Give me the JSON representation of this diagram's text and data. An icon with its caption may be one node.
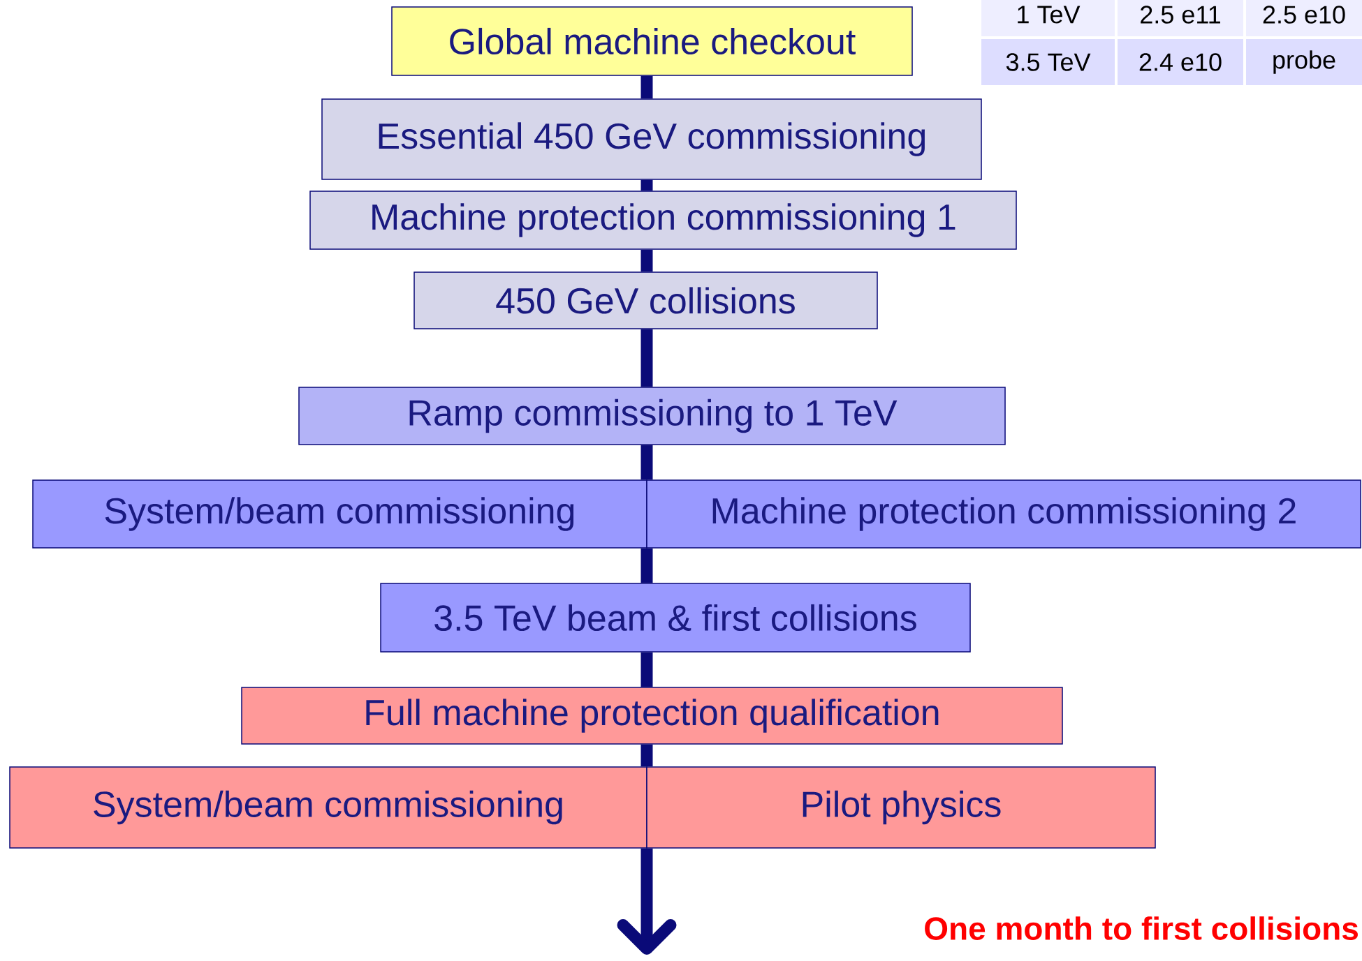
{
  "diagram": {
    "nodes": [
      {
        "text": [
          "Global machine checkout"
        ]
      },
      {
        "text": [
          "Essential 450 GeV commissioning"
        ]
      },
      {
        "text": [
          "Machine protection commissioning 1"
        ]
      },
      {
        "text": [
          "450 GeV collisions"
        ]
      },
      {
        "text": [
          "Ramp commissioning to 1 TeV"
        ]
      },
      {
        "text": [
          "System/beam commissioning"
        ]
      },
      {
        "text": [
          "Machine protection commissioning 2"
        ]
      },
      {
        "text": [
          "3.5 TeV beam & first collisions"
        ]
      },
      {
        "text": [
          "Full machine protection qualification"
        ]
      },
      {
        "text": [
          "System/beam commissioning"
        ]
      },
      {
        "text": [
          "Pilot physics"
        ]
      }
    ],
    "edges": [
      {
        "from": 0,
        "to": 1,
        "arrow": "none"
      },
      {
        "from": 1,
        "to": 2,
        "arrow": "none"
      },
      {
        "from": 2,
        "to": 3,
        "arrow": "none"
      },
      {
        "from": 3,
        "to": 4,
        "arrow": "none"
      },
      {
        "from": 4,
        "to": 5,
        "arrow": "none"
      },
      {
        "from": 4,
        "to": 6,
        "arrow": "none"
      },
      {
        "from": 5,
        "to": 7,
        "arrow": "none"
      },
      {
        "from": 6,
        "to": 7,
        "arrow": "none"
      },
      {
        "from": 7,
        "to": 8,
        "arrow": "none"
      },
      {
        "from": 8,
        "to": 9,
        "arrow": "none"
      },
      {
        "from": 8,
        "to": 10,
        "arrow": "none"
      },
      {
        "from": 9,
        "to": null,
        "arrow": "to"
      },
      {
        "from": 10,
        "to": null,
        "arrow": "to"
      }
    ],
    "labels": [
      "1 TeV",
      "2.5 e11",
      "2.5 e10",
      "3.5 TeV",
      "2.4 e10",
      "probe",
      "One month to first collisions"
    ]
  }
}
